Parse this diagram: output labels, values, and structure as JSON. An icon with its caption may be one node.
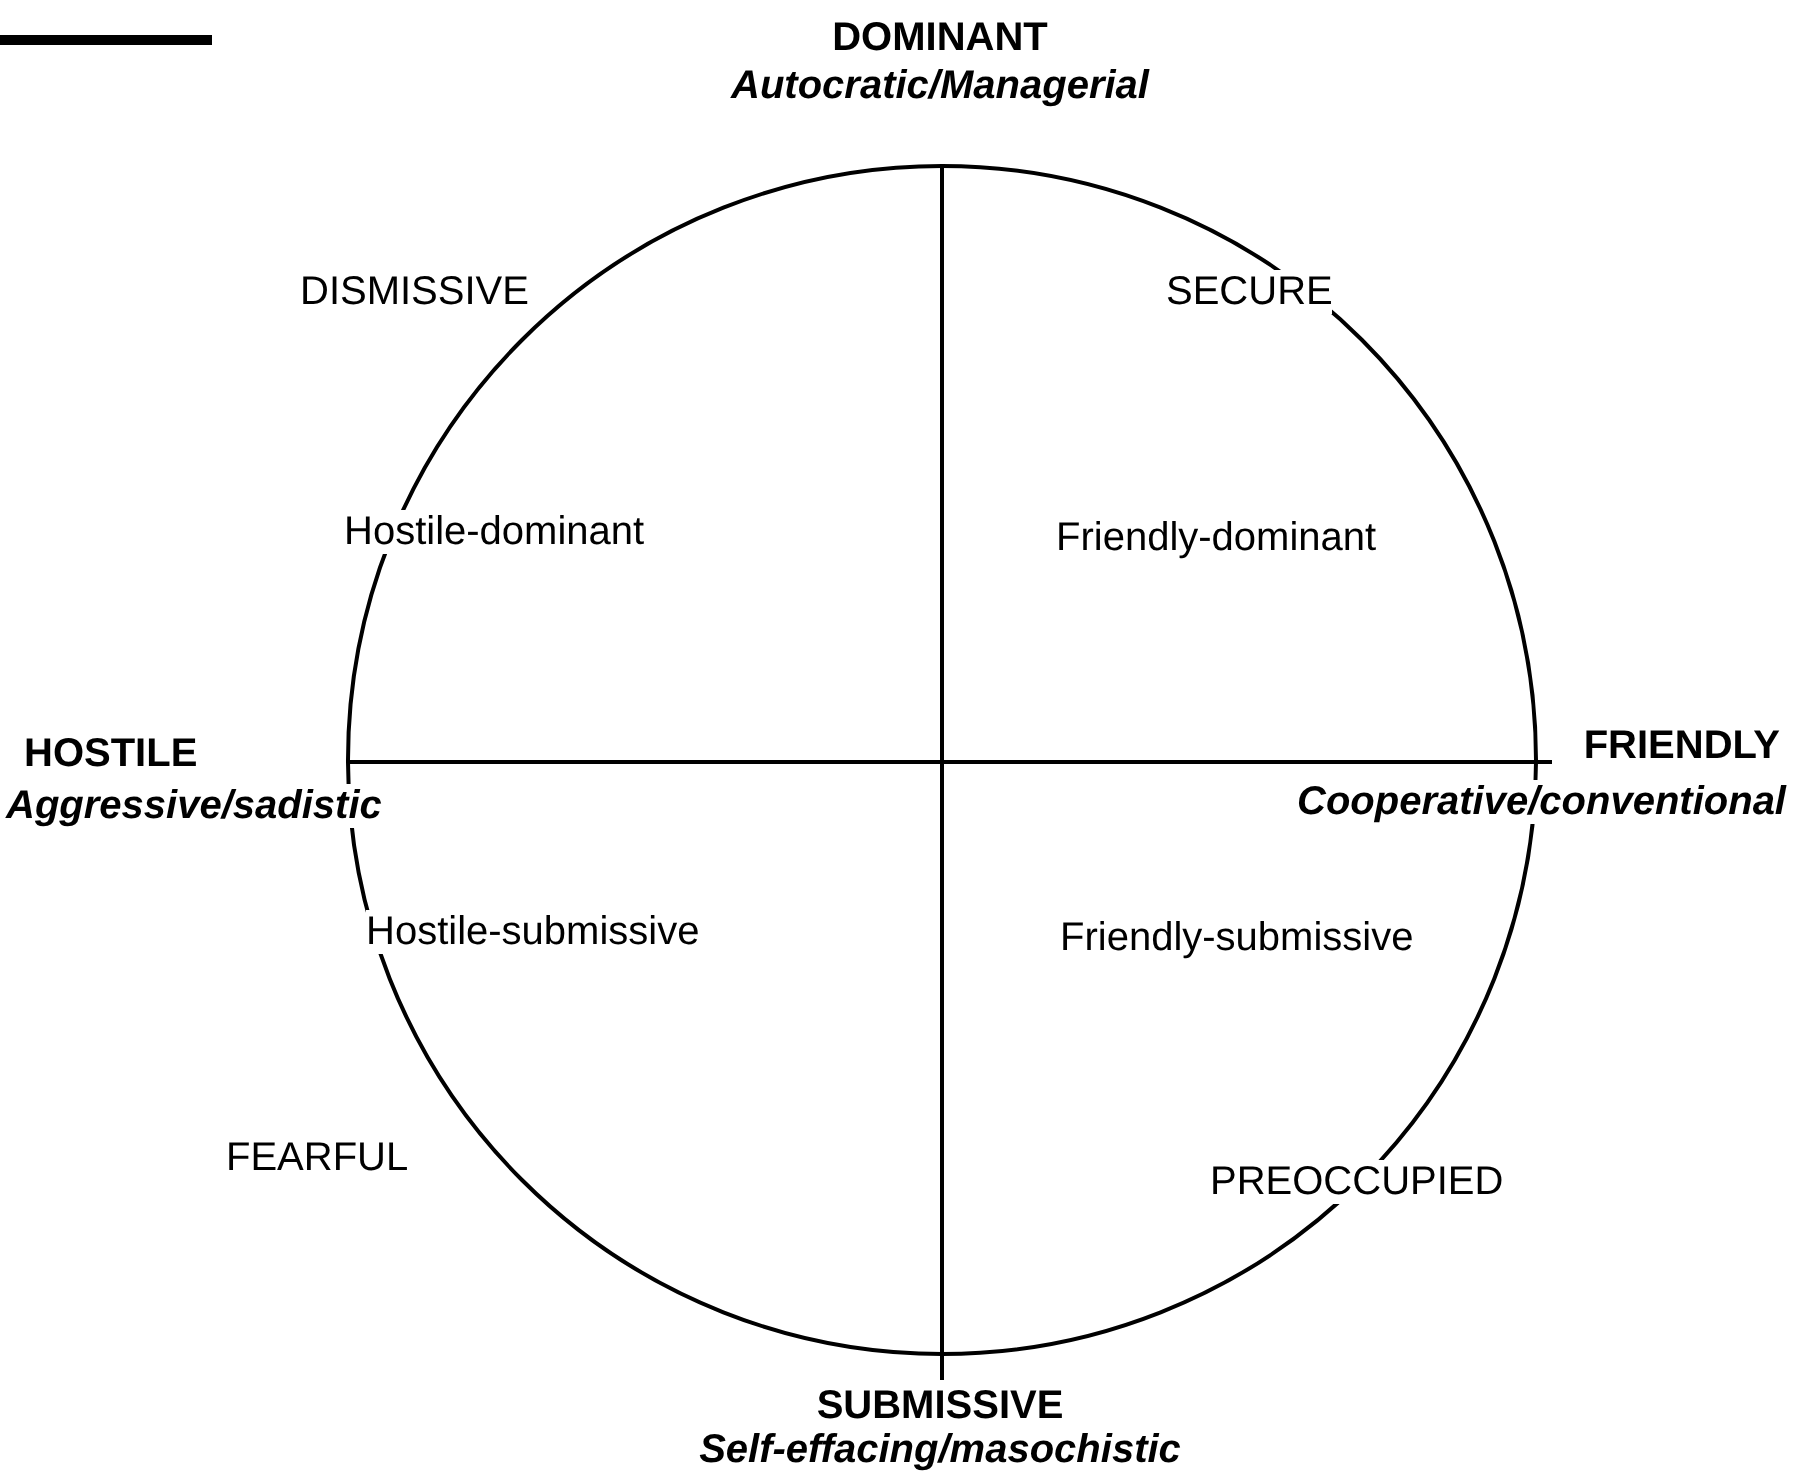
{
  "diagram": {
    "labels": [
      "DOMINANT",
      "Autocratic/Managerial",
      "DISMISSIVE",
      "SECURE",
      "Hostile-dominant",
      "Friendly-dominant",
      "HOSTILE",
      "FRIENDLY",
      "Aggressive/sadistic",
      "Cooperative/conventional",
      "Hostile-submissive",
      "Friendly-submissive",
      "FEARFUL",
      "PREOCCUPIED",
      "SUBMISSIVE",
      "Self-effacing/masochistic"
    ]
  }
}
